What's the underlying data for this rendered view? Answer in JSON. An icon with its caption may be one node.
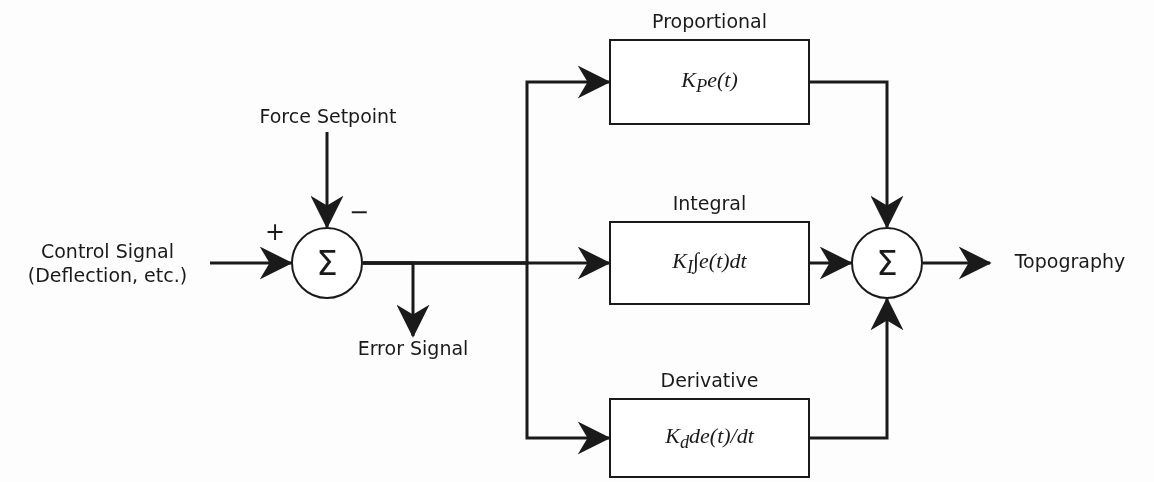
{
  "diagram": {
    "nodes": [
      {
        "text": [
          "Control Signal (Deflection, etc.)"
        ]
      },
      {
        "text": [
          "Force Setpoint"
        ]
      },
      {
        "text": [
          "Σ"
        ]
      },
      {
        "text": [
          "Error Signal"
        ]
      },
      {
        "text": [
          "Proportional",
          "K$_{P}$e(t)"
        ]
      },
      {
        "text": [
          "Integral",
          "K$_{I}$∫e(t)dt"
        ]
      },
      {
        "text": [
          "Derivative",
          "K$_{d}$de(t)/dt"
        ]
      },
      {
        "text": [
          "Σ"
        ]
      },
      {
        "text": [
          "Topography"
        ]
      }
    ],
    "edges": [
      {
        "from": 0,
        "to": 2,
        "arrow": "to"
      },
      {
        "from": 1,
        "to": 2,
        "arrow": "to"
      },
      {
        "from": 2,
        "to": 3,
        "arrow": "to"
      },
      {
        "from": 2,
        "to": 4,
        "arrow": "to"
      },
      {
        "from": 2,
        "to": 5,
        "arrow": "to"
      },
      {
        "from": 2,
        "to": 6,
        "arrow": "to"
      },
      {
        "from": 4,
        "to": 7,
        "arrow": "to"
      },
      {
        "from": 5,
        "to": 7,
        "arrow": "to"
      },
      {
        "from": 6,
        "to": 7,
        "arrow": "to"
      },
      {
        "from": 7,
        "to": 8,
        "arrow": "to"
      }
    ],
    "labels": [
      "+",
      "−"
    ]
  }
}
